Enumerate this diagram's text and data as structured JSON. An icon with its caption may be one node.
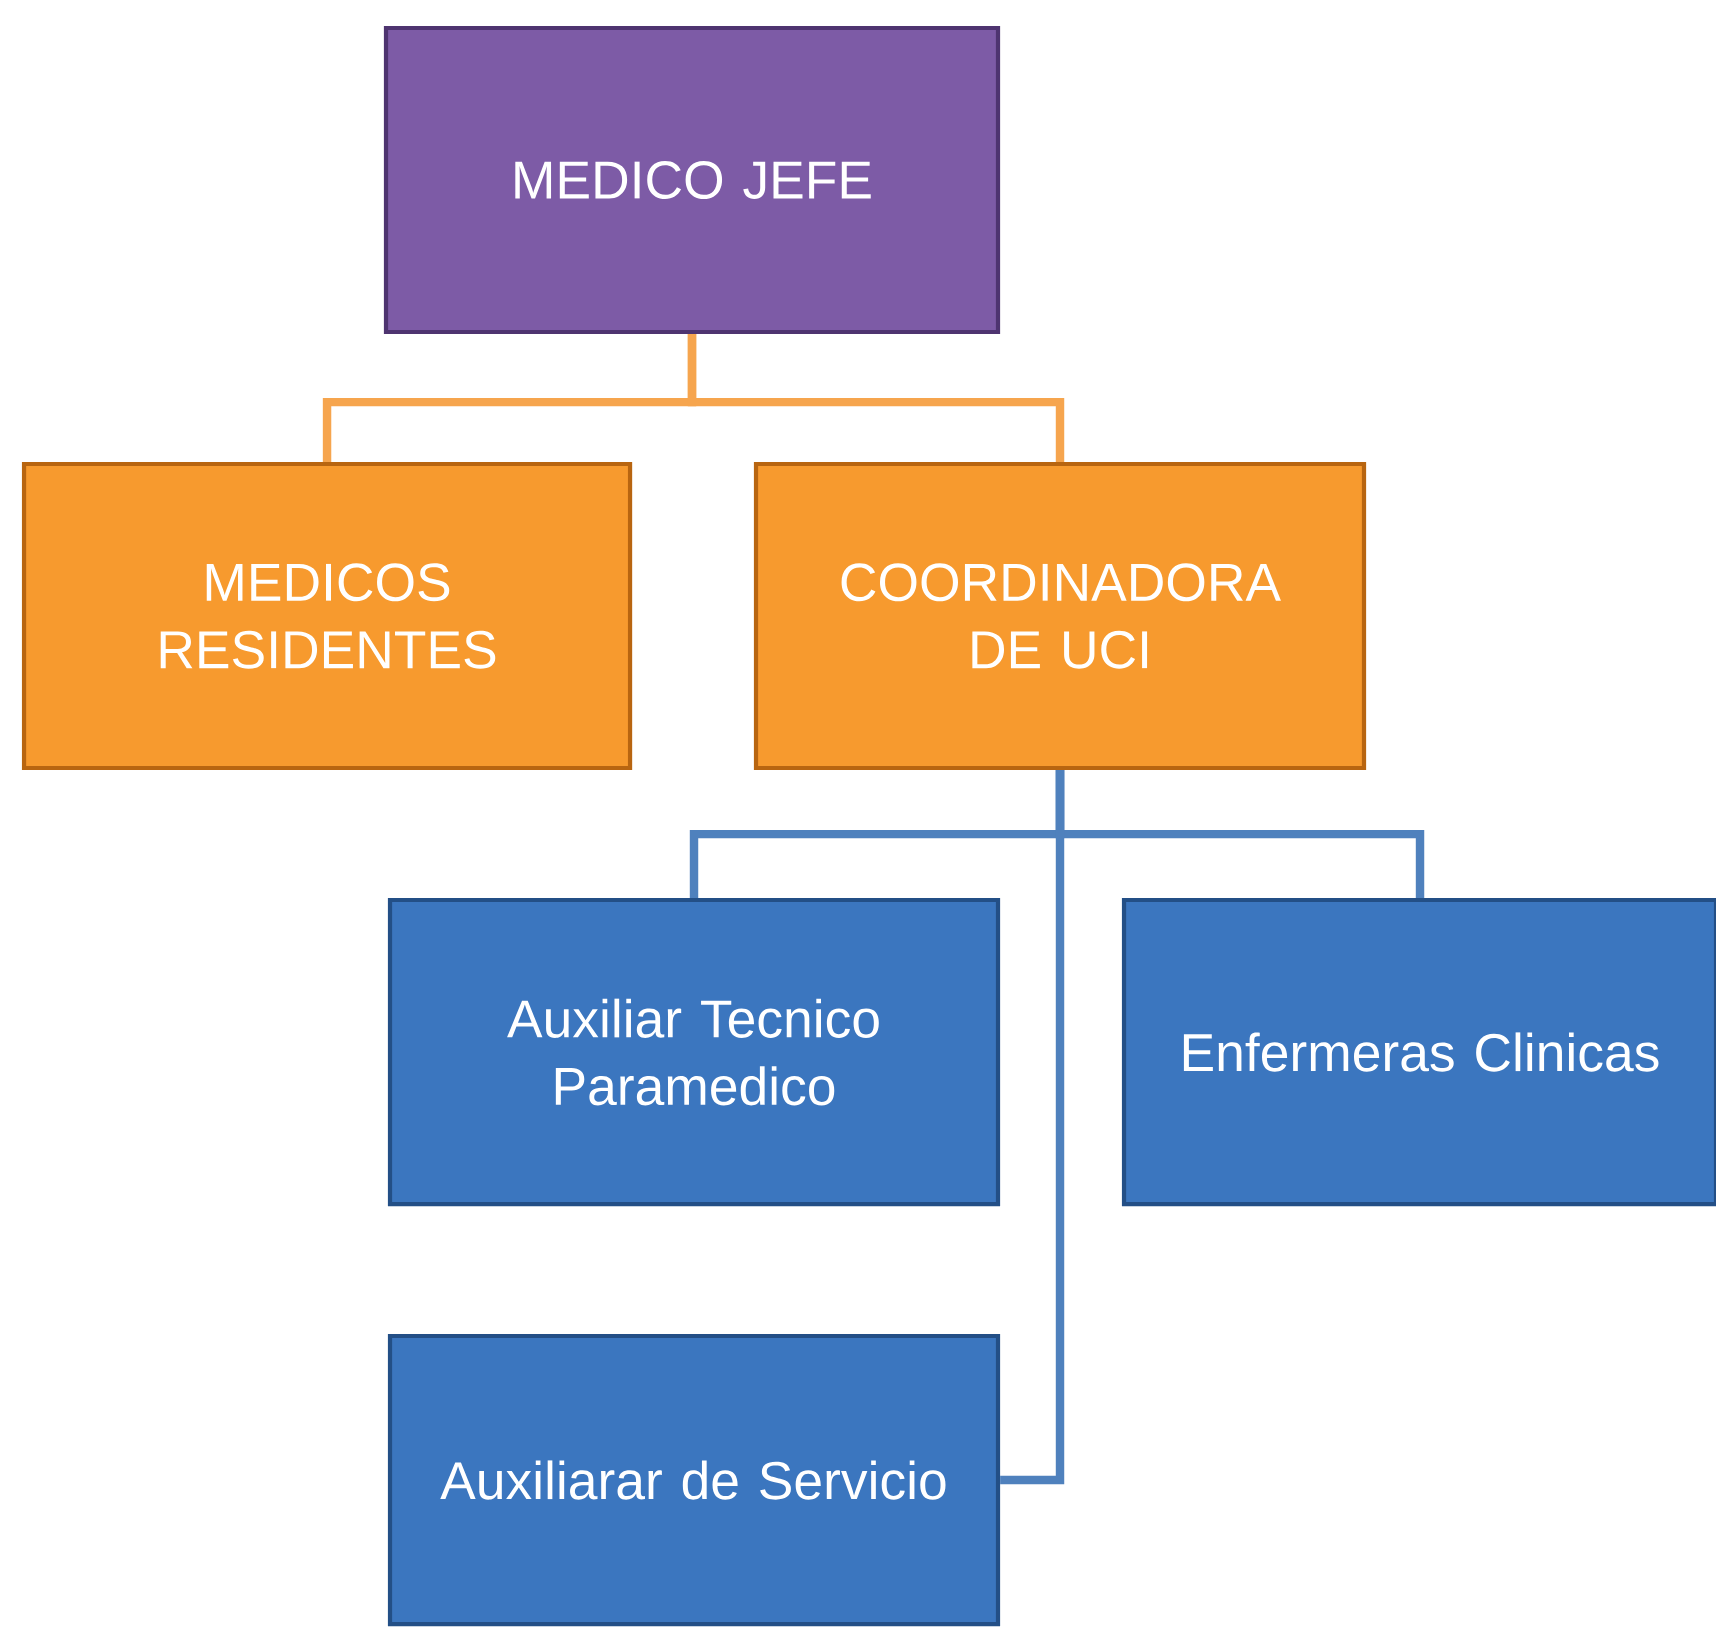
{
  "diagram": {
    "nodes": [
      {
        "text": [
          "MEDICO JEFE"
        ]
      },
      {
        "text": [
          "MEDICOS RESIDENTES"
        ]
      },
      {
        "text": [
          "COORDINADORA DE UCI"
        ]
      },
      {
        "text": [
          "Auxiliar Tecnico Paramedico"
        ]
      },
      {
        "text": [
          "Enfermeras Clinicas"
        ]
      },
      {
        "text": [
          "Auxiliarar de Servicio"
        ]
      }
    ],
    "edges": [
      {
        "from": 0,
        "to": 1,
        "arrow": "none",
        "color": "#f6a54e"
      },
      {
        "from": 0,
        "to": 2,
        "arrow": "none",
        "color": "#f6a54e"
      },
      {
        "from": 2,
        "to": 3,
        "arrow": "none"
      },
      {
        "from": 2,
        "to": 4,
        "arrow": "none"
      },
      {
        "from": 2,
        "to": 5,
        "arrow": "none"
      }
    ]
  }
}
